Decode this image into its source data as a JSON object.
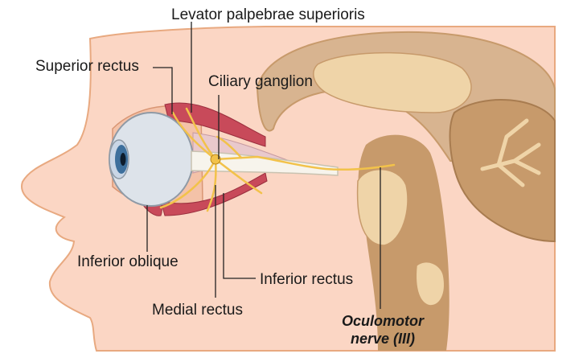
{
  "labels": {
    "levator": "Levator palpebrae superioris",
    "superior_rectus": "Superior rectus",
    "ciliary": "Ciliary ganglion",
    "inferior_oblique": "Inferior oblique",
    "inferior_rectus": "Inferior rectus",
    "medial_rectus": "Medial rectus",
    "nerve_line1": "Oculomotor",
    "nerve_line2": "nerve (III)"
  },
  "colors": {
    "skin": "#fbd6c4",
    "skin_outline": "#e8a980",
    "brain": "#d8b490",
    "brain_dark": "#c79a6b",
    "brain_light": "#efd4a8",
    "cerebellum": "#c79a6b",
    "muscle": "#c84a5a",
    "nerve": "#f2c24a",
    "iris": "#3d6f9c",
    "sclera": "#dde3ea"
  }
}
